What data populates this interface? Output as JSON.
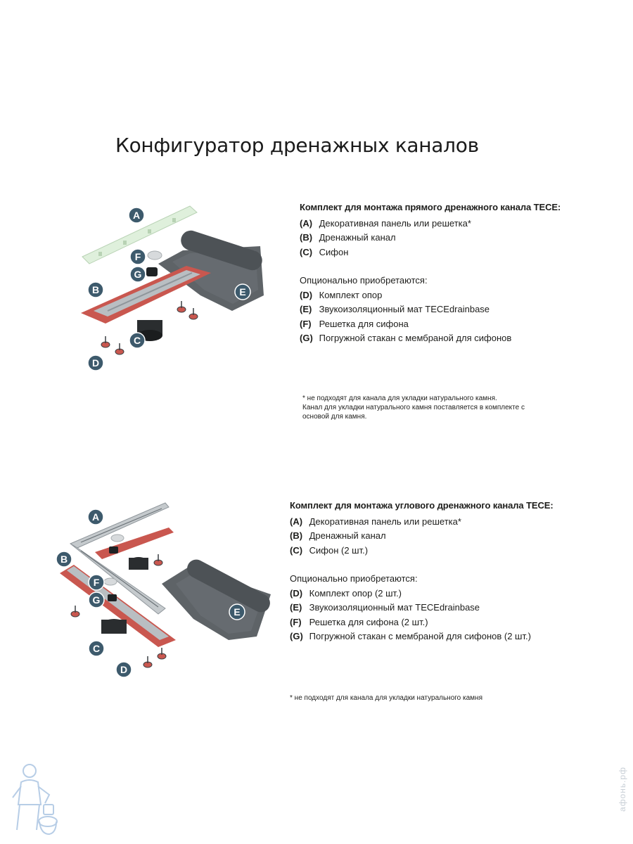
{
  "title": "Конфигуратор дренажных каналов",
  "kit_straight": {
    "heading": "Комплект для монтажа прямого дренажного канала TECE:",
    "items": [
      {
        "code": "(A)",
        "text": "Декоративная панель или решетка*"
      },
      {
        "code": "(B)",
        "text": "Дренажный канал"
      },
      {
        "code": "(C)",
        "text": "Сифон"
      }
    ],
    "optional_heading": "Опционально приобретаются:",
    "optional_items": [
      {
        "code": "(D)",
        "text": "Комплект опор"
      },
      {
        "code": "(E)",
        "text": "Звукоизоляционный мат TECEdrainbase"
      },
      {
        "code": "(F)",
        "text": "Решетка для сифона"
      },
      {
        "code": "(G)",
        "text": "Погружной стакан с мембраной для сифонов"
      }
    ],
    "note_lines": [
      "* не подходят для канала для укладки натурального камня.",
      "Канал для укладки натурального камня поставляется в комплекте с",
      "основой для камня."
    ]
  },
  "kit_corner": {
    "heading": "Комплект для монтажа углового дренажного канала TECE:",
    "items": [
      {
        "code": "(A)",
        "text": "Декоративная панель или решетка*"
      },
      {
        "code": "(B)",
        "text": "Дренажный канал"
      },
      {
        "code": "(C)",
        "text": "Сифон (2 шт.)"
      }
    ],
    "optional_heading": "Опционально приобретаются:",
    "optional_items": [
      {
        "code": "(D)",
        "text": "Комплект опор (2 шт.)"
      },
      {
        "code": "(E)",
        "text": "Звукоизоляционный мат TECEdrainbase"
      },
      {
        "code": "(F)",
        "text": "Решетка для сифона (2 шт.)"
      },
      {
        "code": "(G)",
        "text": "Погружной стакан с мембраной для сифонов (2 шт.)"
      }
    ],
    "note_lines": [
      "* не подходят для канала для укладки натурального камня"
    ]
  },
  "illustration_labels": {
    "straight": [
      "A",
      "F",
      "G",
      "B",
      "E",
      "C",
      "D"
    ],
    "corner": [
      "A",
      "B",
      "F",
      "G",
      "C",
      "D",
      "E"
    ]
  },
  "watermark": "афонь.рф",
  "colors": {
    "label_badge": "#3d5a6c",
    "channel_red": "#c9574f",
    "panel_green": "#dff0dc",
    "mat_gray": "#5e6367",
    "steel": "#b9bec2"
  }
}
